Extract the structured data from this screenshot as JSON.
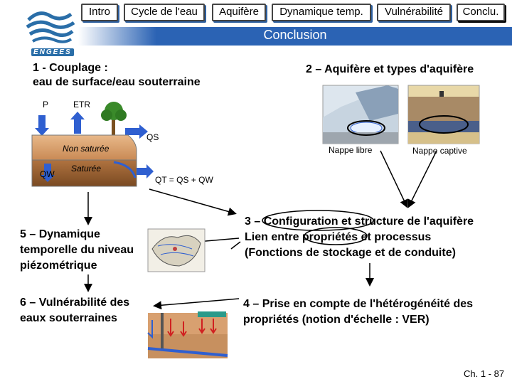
{
  "nav": {
    "items": [
      {
        "label": "Intro"
      },
      {
        "label": "Cycle de l'eau"
      },
      {
        "label": "Aquifère"
      },
      {
        "label": "Dynamique temp."
      },
      {
        "label": "Vulnérabilité"
      },
      {
        "label": "Conclu."
      }
    ]
  },
  "logo": {
    "text": "ENGEES"
  },
  "slide": {
    "title": "Conclusion"
  },
  "section1": {
    "heading_line1": "1 - Couplage :",
    "heading_line2": "eau de surface/eau souterraine",
    "p_label": "P",
    "etr_label": "ETR",
    "qs_label": "QS",
    "non_saturee": "Non saturée",
    "saturee": "Saturée",
    "qw_label": "QW",
    "equation": "QT = QS + QW"
  },
  "section2": {
    "heading": "2 – Aquifère et types d'aquifère",
    "nappe_libre": "Nappe libre",
    "nappe_captive": "Nappe captive"
  },
  "section3": {
    "line1": "3 – Configuration et structure de l'aquifère",
    "line2": "Lien entre propriétés et processus",
    "line3": "(Fonctions de stockage et de conduite)"
  },
  "section4": {
    "line1": "4 – Prise en compte de l'hétérogénéité des",
    "line2": "propriétés (notion d'échelle : VER)"
  },
  "section5": {
    "line1": "5 – Dynamique",
    "line2": "temporelle du niveau",
    "line3": "piézométrique"
  },
  "section6": {
    "line1": "6 – Vulnérabilité des",
    "line2": "eaux souterraines"
  },
  "footer": {
    "page": "Ch. 1 - 87"
  },
  "colors": {
    "accent": "#2b63b4",
    "arrow_blue": "#2f5fd0",
    "soil": "#d8a070",
    "saturated": "#8a5a30"
  }
}
